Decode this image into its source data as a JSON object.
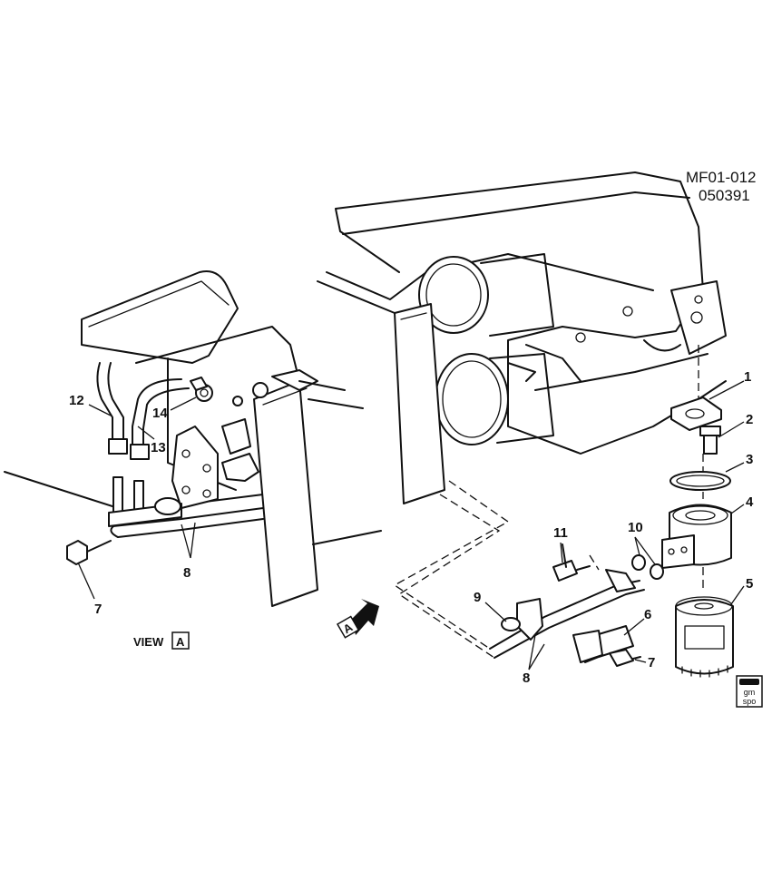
{
  "diagram": {
    "code_line1": "MF01-012",
    "code_line2": "050391",
    "view_label": "VIEW",
    "view_letter": "A",
    "arrow_letter": "A",
    "badge_line1": "gm",
    "badge_line2": "spo"
  },
  "callouts": [
    {
      "id": "1",
      "text": "1"
    },
    {
      "id": "2",
      "text": "2"
    },
    {
      "id": "3",
      "text": "3"
    },
    {
      "id": "4",
      "text": "4"
    },
    {
      "id": "5",
      "text": "5"
    },
    {
      "id": "6",
      "text": "6"
    },
    {
      "id": "7a",
      "text": "7"
    },
    {
      "id": "7b",
      "text": "7"
    },
    {
      "id": "8a",
      "text": "8"
    },
    {
      "id": "8b",
      "text": "8"
    },
    {
      "id": "9",
      "text": "9"
    },
    {
      "id": "10",
      "text": "10"
    },
    {
      "id": "11",
      "text": "11"
    },
    {
      "id": "12",
      "text": "12"
    },
    {
      "id": "13",
      "text": "13"
    },
    {
      "id": "14",
      "text": "14"
    }
  ]
}
